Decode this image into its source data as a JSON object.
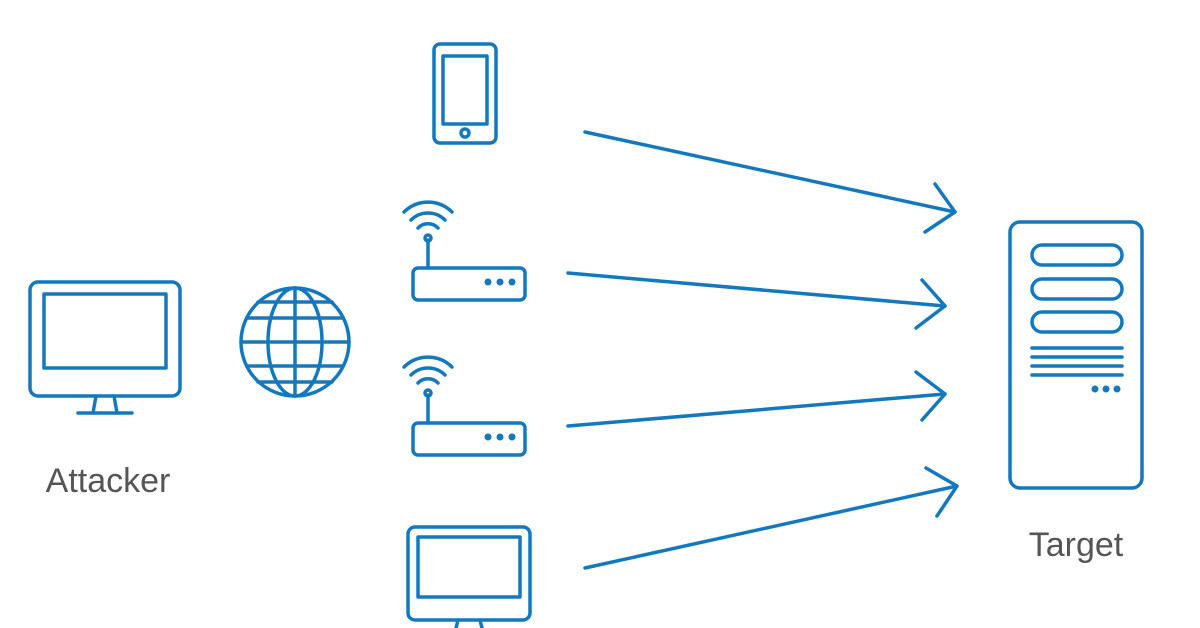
{
  "nodes": {
    "attacker": {
      "label": "Attacker",
      "icon": "desktop-monitor-icon"
    },
    "target": {
      "label": "Target",
      "icon": "server-tower-icon"
    },
    "internet": {
      "icon": "globe-icon"
    },
    "bots": [
      {
        "icon": "smartphone-icon"
      },
      {
        "icon": "wifi-router-icon"
      },
      {
        "icon": "wifi-router-icon"
      },
      {
        "icon": "desktop-monitor-icon"
      }
    ]
  },
  "edges": [
    {
      "from": "smartphone",
      "to": "target"
    },
    {
      "from": "router-1",
      "to": "target"
    },
    {
      "from": "router-2",
      "to": "target"
    },
    {
      "from": "desktop",
      "to": "target"
    }
  ],
  "colors": {
    "accent": "#1478be",
    "label": "#555555",
    "background": "#ffffff"
  }
}
